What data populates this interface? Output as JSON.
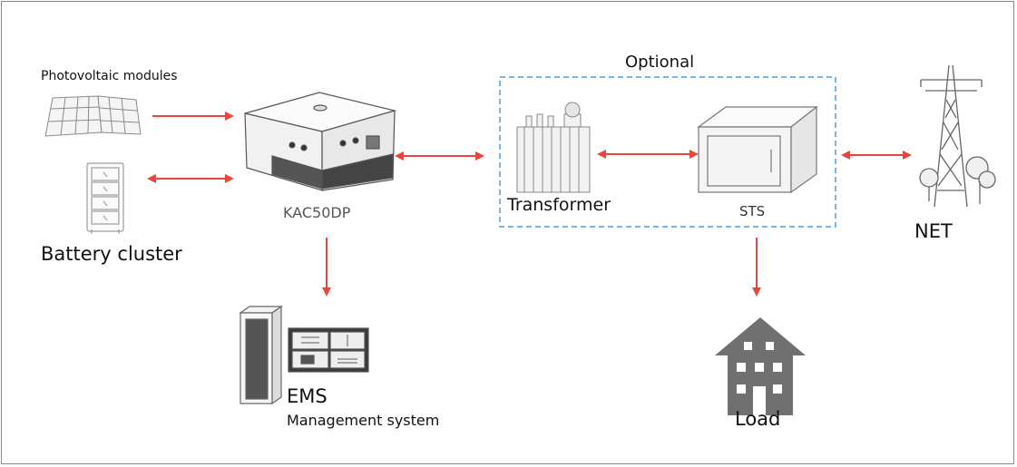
{
  "labels": {
    "pv_modules": "Photovoltaic modules",
    "battery": "Battery cluster",
    "inverter": "KAC50DP",
    "optional": "Optional",
    "transformer": "Transformer",
    "sts": "STS",
    "net": "NET",
    "ems": "EMS",
    "ems_sub": "Management system",
    "load": "Load"
  },
  "colors": {
    "frame": "#5a8fd6",
    "arrow": "#e8453c",
    "optional_box": "#4a9be0",
    "device_line": "#666666",
    "house": "#707070"
  },
  "icons": [
    "solar-panel-icon",
    "battery-rack-icon",
    "inverter-icon",
    "transformer-icon",
    "sts-cabinet-icon",
    "transmission-tower-icon",
    "server-rack-icon",
    "ems-monitor-icon",
    "house-icon"
  ]
}
